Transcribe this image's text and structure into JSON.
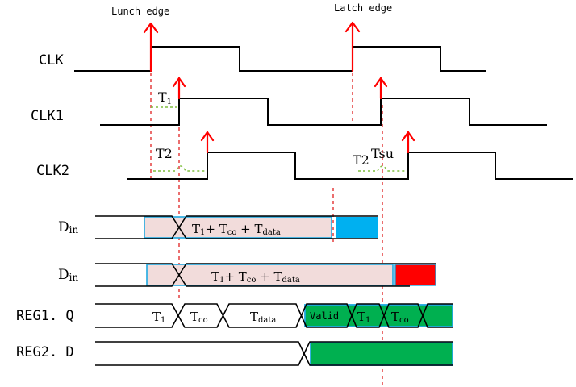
{
  "annotations": {
    "launch_edge": "Lunch edge",
    "latch_edge": "Latch edge"
  },
  "signals": {
    "clk": "CLK",
    "clk1": "CLK1",
    "clk2": "CLK2",
    "din_a": {
      "main": "D",
      "sub": "in"
    },
    "din_b": {
      "main": "D",
      "sub": "in"
    },
    "reg1q": "REG1. Q",
    "reg2d": "REG2. D"
  },
  "delays": {
    "t1": {
      "main": "T",
      "sub": "1"
    },
    "t2_a": "T2",
    "t2_b": "T2",
    "tsu": "Tsu"
  },
  "din_a_seg": {
    "t1": {
      "main": "T",
      "sub": "1"
    },
    "plus1": "+ ",
    "tco": {
      "main": "T",
      "sub": "co"
    },
    "plus2": " + ",
    "tdata": {
      "main": "T",
      "sub": "data"
    }
  },
  "din_b_seg": {
    "t1": {
      "main": "T",
      "sub": "1"
    },
    "plus1": "+ ",
    "tco": {
      "main": "T",
      "sub": "co"
    },
    "plus2": " + ",
    "tdata": {
      "main": "T",
      "sub": "data"
    }
  },
  "reg1q_segs": {
    "t1": {
      "main": "T",
      "sub": "1"
    },
    "tco": {
      "main": "T",
      "sub": "co"
    },
    "tdata": {
      "main": "T",
      "sub": "data"
    },
    "valid": "Valid",
    "t1b": {
      "main": "T",
      "sub": "1"
    },
    "tcob": {
      "main": "T",
      "sub": "co"
    }
  },
  "colors": {
    "arrow": "#ff0000",
    "dashed": "#e02020",
    "delay_dash": "#7fbf3f",
    "pink": "#f2dcdb",
    "blue_border": "#1fa9e1",
    "blue_fill": "#00b0f0",
    "red_fill": "#ff0000",
    "green_fill": "#00b050"
  }
}
